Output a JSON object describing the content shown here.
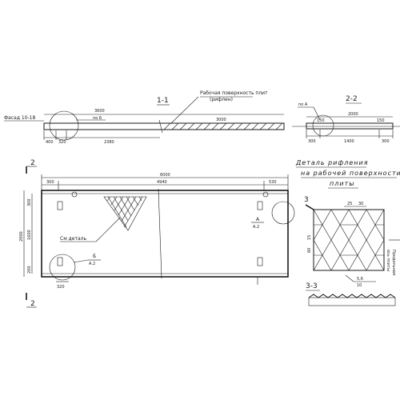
{
  "top_view": {
    "section_label": "1-1",
    "facade_label": "Фасад 10-18",
    "note_line1": "Рабочая поверхность плит",
    "note_line2": "(рифлен)",
    "dim_total": "3600",
    "dim_right": "3000",
    "node_label": "по Б",
    "dim_a": "400",
    "dim_b": "320",
    "dim_c": "2380"
  },
  "side_view": {
    "section_label": "2-2",
    "node_label": "по А",
    "dim_total": "2000",
    "dim_left_small": "150",
    "dim_right_small": "150",
    "dim_left": "300",
    "dim_mid": "1400",
    "dim_right": "300"
  },
  "plan_view": {
    "cut_top": "2",
    "cut_bottom": "2",
    "dim_total": "6000",
    "dim_left": "300",
    "dim_mid": "4940",
    "dim_right": "530",
    "dim_height": "2000",
    "dim_inner_height": "1600",
    "dim_left_top": "300",
    "dim_left_bottom": "200",
    "dim_bottom_node": "320",
    "callout_label": "См деталь",
    "node_a_letter": "А",
    "node_a_sheet": "А.2",
    "node_b_letter": "Б",
    "node_b_sheet": "А.2"
  },
  "detail": {
    "title_line1": "Деталь рифления",
    "title_line2": "на рабочей поверхности",
    "title_line3": "плиты",
    "cut_label": "3",
    "dim_a": "25",
    "dim_b": "30",
    "dim_side_a": "15",
    "dim_side_b": "60",
    "side_note_line1": "Продольная",
    "side_note_line2": "ось плиты",
    "section_label": "3-3",
    "dim_depth": "5,6",
    "dim_width": "10"
  }
}
